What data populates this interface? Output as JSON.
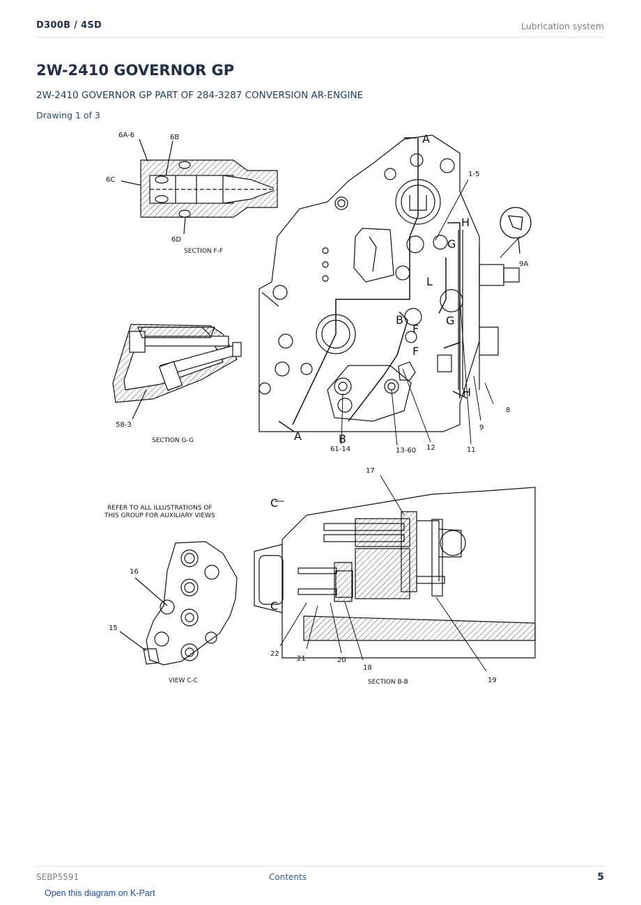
{
  "header": {
    "model": "D300B  /  4SD",
    "section": "Lubrication system"
  },
  "title": "2W-2410 GOVERNOR GP",
  "subtitle": "2W-2410 GOVERNOR GP PART OF 284-3287 CONVERSION AR-ENGINE",
  "drawing_label": "Drawing 1 of 3",
  "diagram": {
    "section_ff": {
      "caption": "SECTION  F-F",
      "callouts": [
        "6A-6",
        "6B",
        "6C",
        "6D"
      ]
    },
    "section_gg": {
      "caption": "SECTION  G-G",
      "callouts": [
        "58-3"
      ]
    },
    "main_view": {
      "section_letters": [
        "A",
        "A",
        "B",
        "B",
        "F",
        "F",
        "G",
        "G",
        "H",
        "H",
        "L"
      ],
      "callouts": [
        "1-5",
        "9A",
        "8",
        "9",
        "11",
        "12",
        "13-60",
        "61-14"
      ]
    },
    "note": [
      "REFER TO ALL ILLUSTRATIONS OF",
      "THIS GROUP FOR AUXILIARY VIEWS"
    ],
    "view_cc": {
      "caption": "VIEW  C-C",
      "callouts": [
        "16",
        "15"
      ]
    },
    "section_bb": {
      "caption": "SECTION  B-B",
      "section_letters": [
        "C",
        "C"
      ],
      "callouts": [
        "17",
        "18",
        "19",
        "20",
        "21",
        "22"
      ]
    }
  },
  "footer": {
    "doc_id": "SEBP5591",
    "contents_link": "Contents",
    "page_number": "5"
  },
  "kpart_link": "Open this diagram on K-Part"
}
